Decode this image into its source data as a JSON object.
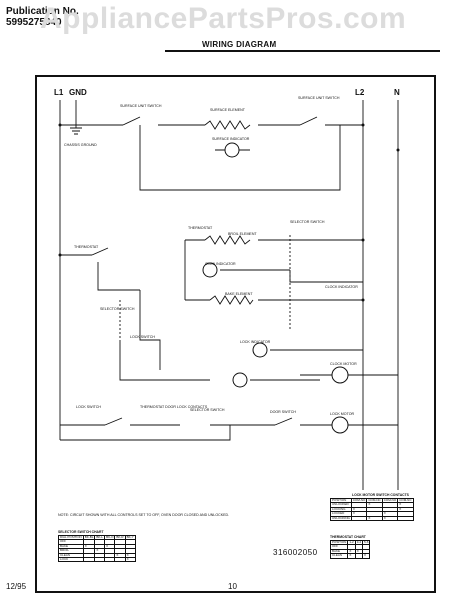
{
  "header": {
    "publication_label": "Publication No.",
    "publication_number": "5995275840",
    "watermark": "AppliancePartsPros.com",
    "part_ref": "",
    "title": "WIRING DIAGRAM"
  },
  "terminals": {
    "l1": "L1",
    "gnd": "GND",
    "l2": "L2",
    "n": "N"
  },
  "labels": {
    "surface_switch_left": "SURFACE UNIT SWITCH",
    "surface_switch_right": "SURFACE UNIT SWITCH",
    "surface_element": "SURFACE ELEMENT",
    "surface_indicator": "SURFACE INDICATOR",
    "chassis_ground": "CHASSIS GROUND",
    "thermostat": "THERMOSTAT",
    "thermostat_top": "THERMOSTAT",
    "broil_element": "BROIL ELEMENT",
    "oven_indicator": "OVEN INDICATOR",
    "bake_element": "BAKE ELEMENT",
    "clock_indicator": "CLOCK INDICATOR",
    "selector_switch_right": "SELECTOR SWITCH",
    "selector_switch_left": "SELECTOR SWITCH",
    "lock_switch": "LOCK SWITCH",
    "lock_indicator": "LOCK INDICATOR",
    "clock_motor": "CLOCK MOTOR",
    "lock_switch_left": "LOCK SWITCH",
    "thermostat_door_lock": "THERMOSTAT DOOR LOCK CONTACTS",
    "selector_switch_bottom": "SELECTOR SWITCH",
    "door_switch": "DOOR SWITCH",
    "lock_motor": "LOCK MOTOR"
  },
  "note": "NOTE: CIRCUIT SHOWN WITH ALL CONTROLS SET TO OFF, OVEN DOOR CLOSED AND UNLOCKED.",
  "footer": {
    "date": "12/95",
    "page": "10",
    "doc_number": "316002050"
  },
  "selector_table": {
    "caption": "SELECTOR SWITCH CHART",
    "rows": [
      [
        "DIAL POSITION",
        "BK-BL",
        "BK-L",
        "BK-O",
        "BK-R",
        "BK-Y"
      ],
      [
        "OFF",
        "",
        "",
        "",
        "",
        ""
      ],
      [
        "BAKE",
        "X",
        "",
        "X",
        "",
        ""
      ],
      [
        "BROIL",
        "",
        "X",
        "",
        "",
        ""
      ],
      [
        "CLEAN",
        "",
        "",
        "",
        "X",
        "X"
      ],
      [
        "LOCK",
        "",
        "",
        "",
        "",
        "X"
      ]
    ]
  },
  "lock_table": {
    "caption": "LOCK MOTOR SWITCH CONTACTS",
    "rows": [
      [
        "POSITION",
        "COM-NO",
        "COM-NC",
        "COM-NO",
        "COM-NC"
      ],
      [
        "UNLOCKED",
        "",
        "X",
        "",
        "X"
      ],
      [
        "LOCKING",
        "X",
        "",
        "",
        "X"
      ],
      [
        "LOCKED",
        "X",
        "",
        "X",
        ""
      ],
      [
        "UNLOCKING",
        "",
        "X",
        "X",
        ""
      ]
    ]
  },
  "clean_table": {
    "caption": "THERMOSTAT CHART",
    "rows": [
      [
        "POSITION",
        "1-2",
        "3-4",
        "5-6"
      ],
      [
        "OFF",
        "",
        "",
        ""
      ],
      [
        "BAKE",
        "X",
        "X",
        ""
      ],
      [
        "CLEAN",
        "X",
        "",
        "X"
      ]
    ]
  }
}
